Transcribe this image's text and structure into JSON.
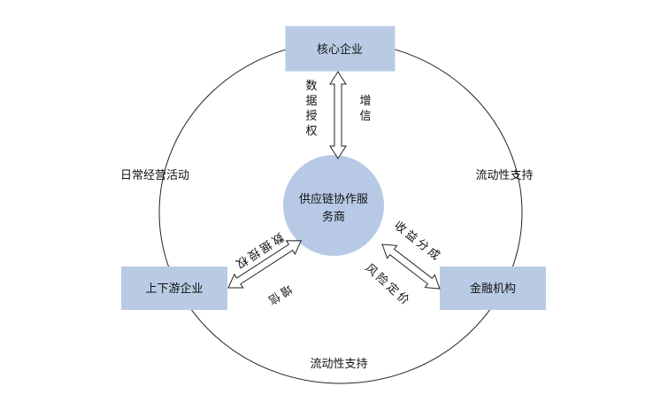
{
  "nodes": {
    "core": "核心企业",
    "center_line1": "供应链协作服",
    "center_line2": "务商",
    "upstream": "上下游企业",
    "finance": "金融机构"
  },
  "labels": {
    "top_left": [
      "数",
      "据",
      "授",
      "权"
    ],
    "top_right": [
      "增",
      "信"
    ],
    "left_upper": "数据授权",
    "left_lower": "增信",
    "right_upper": "收益分成",
    "right_lower": "风险定价",
    "ring_left": "日常经营活动",
    "ring_right": "流动性支持",
    "ring_bottom": "流动性支持"
  },
  "colors": {
    "box_fill": "#b9cbe4",
    "circle_fill": "#b7c9e5"
  }
}
